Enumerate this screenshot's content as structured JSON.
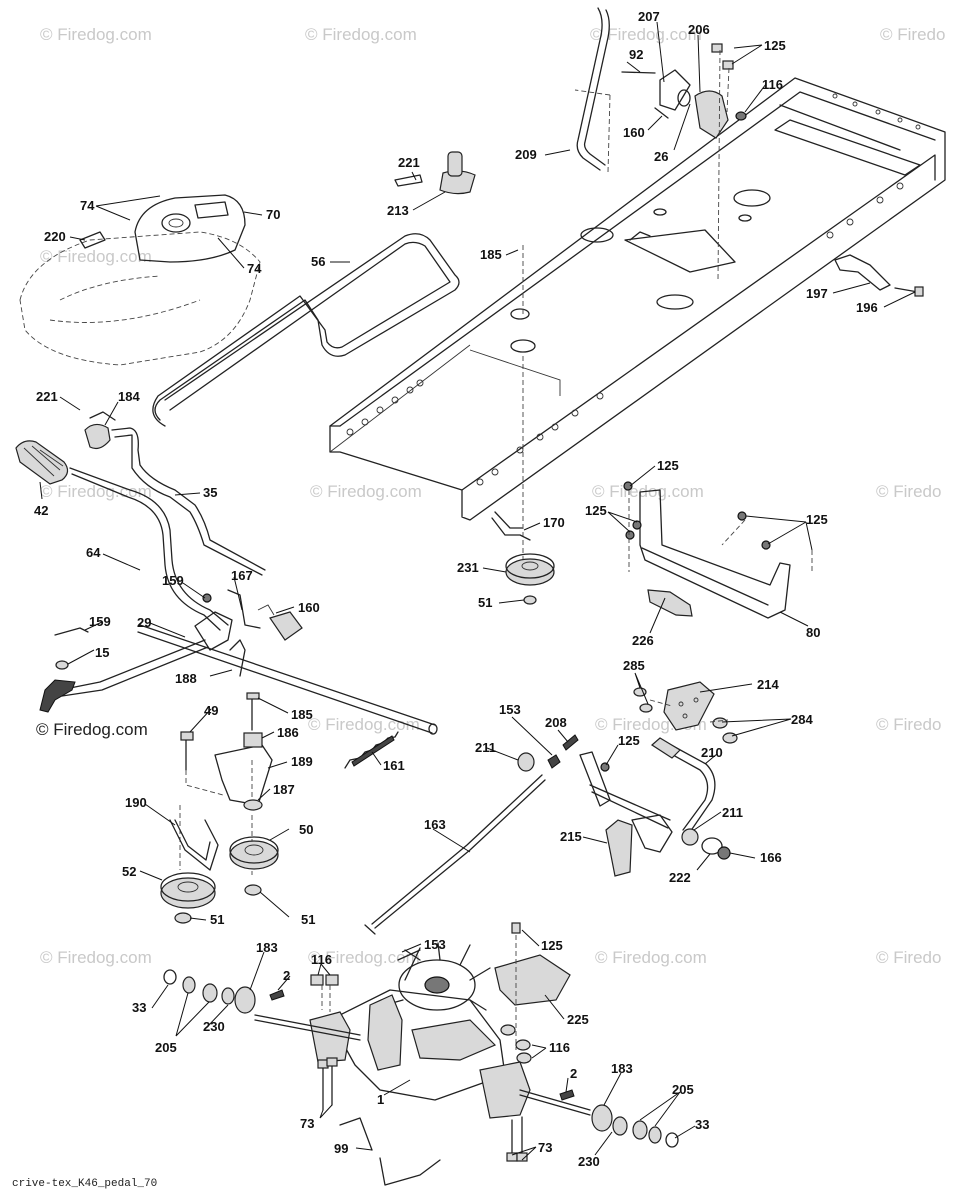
{
  "watermark": {
    "text": "© Firedog.com",
    "short_text": "© Firedo"
  },
  "copyright_text": "© Firedog.com",
  "caption": "crive-tex_K46_pedal_70",
  "callouts": {
    "c207": "207",
    "c206": "206",
    "c125_top": "125",
    "c92": "92",
    "c116_top": "116",
    "c160_top": "160",
    "c26": "26",
    "c209": "209",
    "c221_top": "221",
    "c213": "213",
    "c74_a": "74",
    "c70": "70",
    "c220": "220",
    "c74_b": "74",
    "c56": "56",
    "c185_top": "185",
    "c197": "197",
    "c196": "196",
    "c221_mid": "221",
    "c184": "184",
    "c42": "42",
    "c35": "35",
    "c170": "170",
    "c125_a": "125",
    "c125_b": "125",
    "c125_c": "125",
    "c231": "231",
    "c51_top": "51",
    "c64": "64",
    "c159_a": "159",
    "c167": "167",
    "c160_mid": "160",
    "c159_b": "159",
    "c29": "29",
    "c15": "15",
    "c188": "188",
    "c226": "226",
    "c80": "80",
    "c285": "285",
    "c214": "214",
    "c284": "284",
    "c49": "49",
    "c185_mid": "185",
    "c186": "186",
    "c189": "189",
    "c187": "187",
    "c161": "161",
    "c153_a": "153",
    "c208": "208",
    "c211_a": "211",
    "c125_d": "125",
    "c210": "210",
    "c190": "190",
    "c50": "50",
    "c163": "163",
    "c215": "215",
    "c211_b": "211",
    "c222": "222",
    "c166": "166",
    "c52": "52",
    "c51_a": "51",
    "c51_b": "51",
    "c183_a": "183",
    "c116_a": "116",
    "c153_b": "153",
    "c125_e": "125",
    "c2_a": "2",
    "c33_a": "33",
    "c225": "225",
    "c205_a": "205",
    "c230_a": "230",
    "c116_b": "116",
    "c2_b": "2",
    "c183_b": "183",
    "c73_a": "73",
    "c1": "1",
    "c205_b": "205",
    "c33_b": "33",
    "c73_b": "73",
    "c99": "99",
    "c230_b": "230"
  }
}
